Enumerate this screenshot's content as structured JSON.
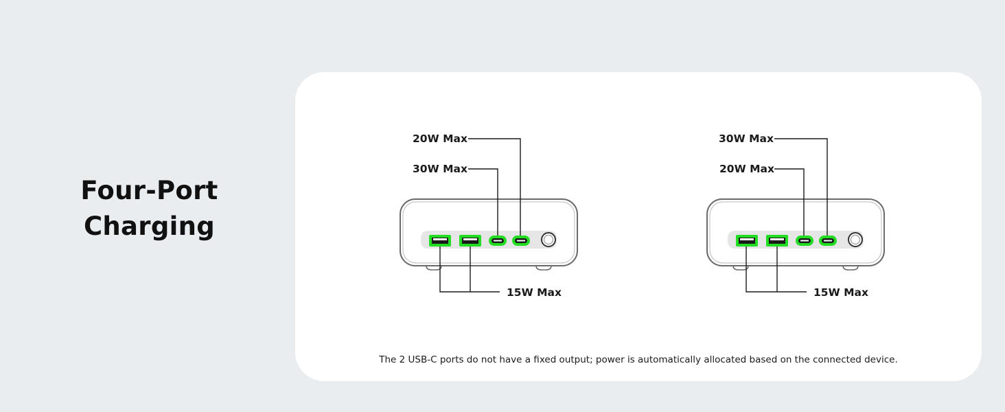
{
  "heading": {
    "line1": "Four-Port",
    "line2": "Charging"
  },
  "diagrams": [
    {
      "label_top": "20W Max",
      "label_middle": "30W Max",
      "label_bottom": "15W Max",
      "port_highlight_color": "#22dd22"
    },
    {
      "label_top": "30W Max",
      "label_middle": "20W Max",
      "label_bottom": "15W Max",
      "port_highlight_color": "#22dd22"
    }
  ],
  "footnote": "The 2 USB-C ports do not have a fixed output; power is automatically allocated based on the connected device."
}
